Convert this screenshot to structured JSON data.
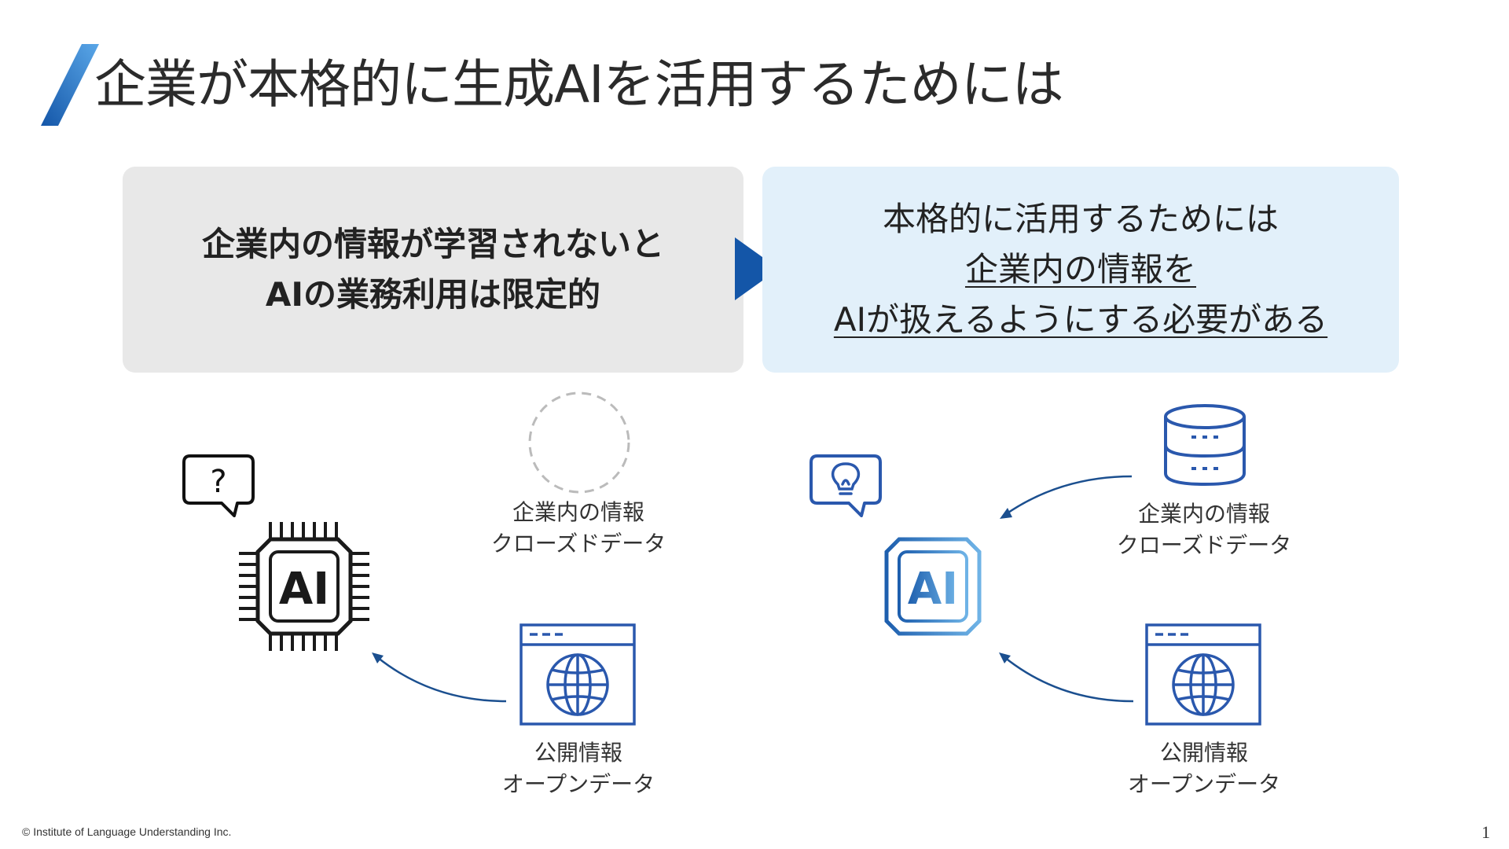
{
  "title": "企業が本格的に生成AIを活用するためには",
  "left_panel": {
    "line1": "企業内の情報が学習されないと",
    "line2": "AIの業務利用は限定的"
  },
  "right_panel": {
    "line1": "本格的に活用するためには",
    "line2": "企業内の情報を",
    "line3": "AIが扱えるようにする必要がある"
  },
  "left_diagram": {
    "chip_text": "AI",
    "bubble_symbol": "?",
    "closed_data_label1": "企業内の情報",
    "closed_data_label2": "クローズドデータ",
    "open_data_label1": "公開情報",
    "open_data_label2": "オープンデータ"
  },
  "right_diagram": {
    "chip_text": "AI",
    "closed_data_label1": "企業内の情報",
    "closed_data_label2": "クローズドデータ",
    "open_data_label1": "公開情報",
    "open_data_label2": "オープンデータ"
  },
  "footer": "© Institute of Language Understanding Inc.",
  "page_number": "1",
  "colors": {
    "accent_blue": "#1456a8",
    "light_blue_panel": "#e2f0fa",
    "gray_panel": "#e8e8e8",
    "chip_blue_dark": "#1e5fae",
    "chip_blue_light": "#6fb3e6"
  },
  "icons": [
    "slash-accent-icon",
    "question-bubble-icon",
    "chip-ai-icon",
    "dashed-circle-icon",
    "browser-globe-icon",
    "lightbulb-bubble-icon",
    "database-icon",
    "arrow-right-triangle-icon"
  ]
}
